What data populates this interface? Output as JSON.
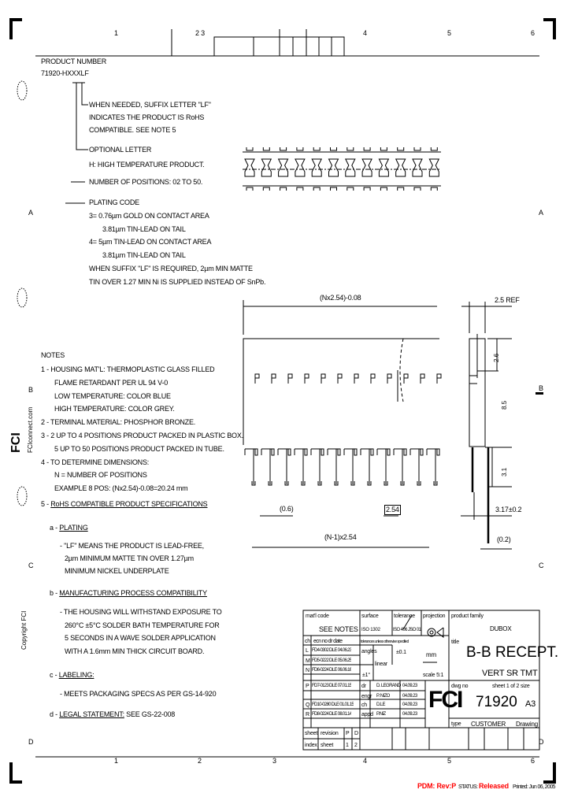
{
  "border": {
    "columns_top": [
      "1",
      "2 3",
      "4",
      "5",
      "6"
    ],
    "columns_bottom": [
      "1",
      "2",
      "3",
      "4",
      "5",
      "6"
    ],
    "rows": [
      "A",
      "B",
      "C",
      "D"
    ]
  },
  "product": {
    "title": "PRODUCT NUMBER",
    "number": "71920-HXXXLF",
    "suffix_lines": [
      "WHEN NEEDED, SUFFIX LETTER \"LF\"",
      "INDICATES THE PRODUCT IS RoHS",
      "COMPATIBLE. SEE NOTE 5"
    ],
    "optional_lines": [
      "OPTIONAL LETTER",
      "H: HIGH TEMPERATURE PRODUCT."
    ],
    "positions": "NUMBER OF POSITIONS: 02 TO 50.",
    "plating_lines": [
      "PLATING CODE",
      "3= 0.76µm GOLD ON CONTACT AREA",
      "3.81µm TIN-LEAD ON TAIL",
      "4= 5µm TIN-LEAD ON CONTACT AREA",
      "3.81µm TIN-LEAD ON TAIL",
      "WHEN SUFFIX \"LF\" IS REQUIRED, 2µm MIN MATTE",
      "TIN OVER 1.27 MIN Ni IS SUPPLIED INSTEAD OF SnPb."
    ]
  },
  "notes": {
    "title": "NOTES",
    "lines": [
      "1 - HOUSING MAT'L: THERMOPLASTIC GLASS FILLED",
      "FLAME RETARDANT PER UL 94 V-0",
      "LOW TEMPERATURE: COLOR BLUE",
      "HIGH TEMPERATURE: COLOR GREY.",
      "2 - TERMINAL MATERIAL: PHOSPHOR BRONZE.",
      "3 - 2 UP TO 4 POSITIONS PRODUCT PACKED IN PLASTIC BOX.",
      "5 UP TO 50 POSITIONS PRODUCT PACKED IN TUBE.",
      "4 - TO DETERMINE DIMENSIONS:",
      "N = NUMBER OF POSITIONS",
      "EXAMPLE 8 POS: (Nx2.54)-0.08=20.24 mm"
    ],
    "note5": {
      "prefix": "5 - ",
      "title": "RoHS COMPATIBLE PRODUCT SPECIFICATIONS",
      "a_prefix": "a - ",
      "a_title": "PLATING",
      "a_lines": [
        "- \"LF\" MEANS THE PRODUCT IS LEAD-FREE,",
        "2µm MINIMUM MATTE TIN OVER 1.27µm",
        "MINIMUM NICKEL UNDERPLATE"
      ],
      "b_prefix": "b - ",
      "b_title": "MANUFACTURING PROCESS COMPATIBILITY",
      "b_lines": [
        "- THE HOUSING WILL WITHSTAND EXPOSURE TO",
        "260°C ±5°C SOLDER BATH TEMPERATURE FOR",
        "5 SECONDS IN A WAVE SOLDER APPLICATION",
        "WITH A 1.6mm MIN THICK CIRCUIT BOARD."
      ],
      "c_prefix": "c - ",
      "c_title": "LABELING:",
      "c_lines": [
        "- MEETS PACKAGING SPECS AS PER GS-14-920"
      ],
      "d_prefix": "d - ",
      "d_title": "LEGAL STATEMENT:",
      "d_text": " SEE GS-22-008"
    }
  },
  "dimensions": {
    "overall": "(Nx2.54)-0.08",
    "ref": "2.5 REF",
    "pitch_total": "(N-1)x2.54",
    "pitch": "2.54",
    "pin_width": "(0.6)",
    "side_1": "2.6",
    "side_2": "8.5",
    "side_3": "3.1",
    "tail": "3.17±0.2",
    "tail_thk": "(0.2)"
  },
  "title_block": {
    "matl_code_label": "mat'l code",
    "matl_code": "SEE NOTES",
    "surface_label": "surface",
    "surface": "ISO 1302",
    "tolerance_label": "tolerance",
    "tolerance": "ISO 406 JSO 01",
    "projection_label": "projection",
    "product_family_label": "product family",
    "product_family": "DUBOX",
    "rev_header": [
      "ch",
      "ecn no",
      "dr",
      "date"
    ],
    "tolerances_unless": "tolerances unless otherwise specified",
    "title_label": "title",
    "revisions": [
      {
        "ch": "L",
        "text": "FD4-0302 DLE 04.06.23"
      },
      {
        "ch": "M",
        "text": "FD5-0222 DLE 05.06.25"
      },
      {
        "ch": "N",
        "text": "FD6-0224 DLE 06.06.16"
      },
      {
        "ch": "P",
        "text": "FD7-0123 DLE 07.01.15"
      },
      {
        "ch": "",
        "text": ""
      },
      {
        "ch": "Q",
        "text": "FD10-0280 DLE 01.01.15"
      },
      {
        "ch": "R",
        "text": "FD8-0224 DLE 08.01.14"
      }
    ],
    "angles_label": "angles",
    "linear_label": "linear",
    "linear_tol": "±0.1",
    "angles_tol": "±1°",
    "units": "mm",
    "scale": "scale 5:1",
    "title_line1": "B-B RECEPT.",
    "title_line2": "VERT SR TMT",
    "signoffs": [
      {
        "role": "dr",
        "name": "D. LEGRAND",
        "date": "04.09.23"
      },
      {
        "role": "engr",
        "name": "P. NIZO",
        "date": "04.09.23"
      },
      {
        "role": "ch",
        "name": "D.LE",
        "date": "04.09.23"
      },
      {
        "role": "appd",
        "name": "P.NIZ",
        "date": "04.09.23"
      }
    ],
    "dwg_no_label": "dwg no",
    "sheet": "sheet 1 of 2",
    "size_label": "size",
    "dwg_no": "71920",
    "size": "A3",
    "type_label": "type",
    "type": "CUSTOMER",
    "type_doc": "Drawing",
    "sheet_index": [
      "sheet",
      "index"
    ],
    "revision_row": [
      "revision",
      "P",
      "D"
    ],
    "sheet_row": [
      "sheet",
      "1",
      "2"
    ],
    "logo": "FCI"
  },
  "side": {
    "website": "FCIconnect.com",
    "copyright": "Copyright FCI",
    "logo": "FCI"
  },
  "footer": {
    "pdm": "PDM: Rev:P",
    "status_label": "STATUS:",
    "status": "Released",
    "printed": "Printed: Jun 06, 2005"
  },
  "colors": {
    "ink": "#000000",
    "pdm_red": "#ff0000"
  }
}
